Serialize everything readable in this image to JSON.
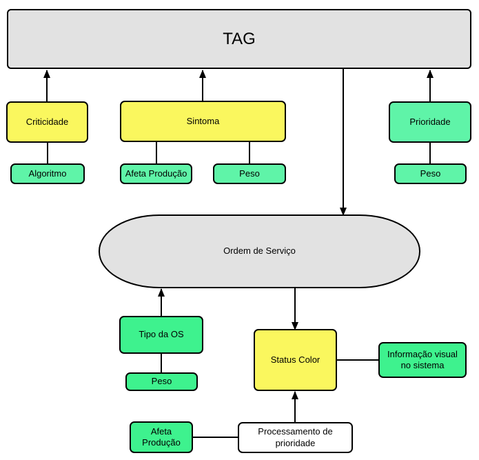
{
  "colors": {
    "gray": "#e2e2e2",
    "yellow": "#faf75e",
    "green_light": "#5ff4a8",
    "green_bright": "#3ef28e",
    "white": "#ffffff",
    "line": "#000000"
  },
  "nodes": {
    "tag": {
      "label": "TAG"
    },
    "criticidade": {
      "label": "Criticidade"
    },
    "sintoma": {
      "label": "Sintoma"
    },
    "prioridade": {
      "label": "Prioridade"
    },
    "algoritmo": {
      "label": "Algoritmo"
    },
    "afeta_producao_sintoma": {
      "label": "Afeta Produção"
    },
    "peso_sintoma": {
      "label": "Peso"
    },
    "peso_prioridade": {
      "label": "Peso"
    },
    "ordem_de_servico": {
      "label": "Ordem de Serviço"
    },
    "tipo_da_os": {
      "label": "Tipo da OS"
    },
    "peso_tipo_os": {
      "label": "Peso"
    },
    "status_color": {
      "label": "Status Color"
    },
    "informacao_visual": {
      "label": "Informação visual no sistema"
    },
    "afeta_producao_processamento": {
      "label": "Afeta Produção"
    },
    "processamento": {
      "label": "Processamento de prioridade"
    }
  }
}
